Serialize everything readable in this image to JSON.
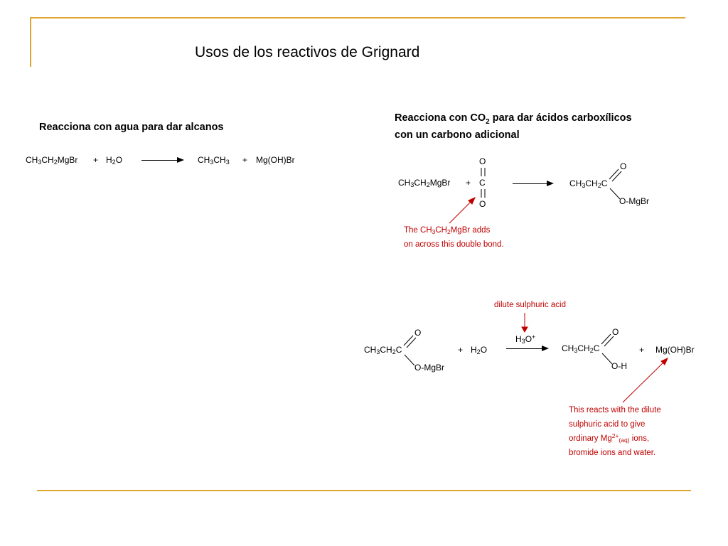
{
  "title": "Usos de los reactivos de Grignard",
  "left": {
    "heading": "Reacciona con agua para dar alcanos",
    "eq": {
      "r1a": "CH",
      "r1b": "3",
      "r1c": "CH",
      "r1d": "2",
      "r1e": "MgBr",
      "plus1": "+",
      "r2a": "H",
      "r2b": "2",
      "r2c": "O",
      "p1a": "CH",
      "p1b": "3",
      "p1c": "CH",
      "p1d": "3",
      "plus2": "+",
      "p2": "Mg(OH)Br"
    }
  },
  "right": {
    "heading_a": "Reacciona con CO",
    "heading_sub": "2",
    "heading_b": " para dar ácidos carboxílicos",
    "heading_line2": "con un carbono adicional",
    "eq1": {
      "r1a": "CH",
      "r1b": "3",
      "r1c": "CH",
      "r1d": "2",
      "r1e": "MgBr",
      "plus": "+",
      "co2_top": "O",
      "co2_mid": "C",
      "co2_bot": "O",
      "p_a": "CH",
      "p_b": "3",
      "p_c": "CH",
      "p_d": "2",
      "p_e": "C",
      "p_o": "O",
      "p_omgbr": "O-MgBr"
    },
    "note1": {
      "l1a": "The CH",
      "l1b": "3",
      "l1c": "CH",
      "l1d": "2",
      "l1e": "MgBr adds",
      "l2": "on across this double bond."
    },
    "acid_label": "dilute sulphuric acid",
    "eq2": {
      "r_a": "CH",
      "r_b": "3",
      "r_c": "CH",
      "r_d": "2",
      "r_e": "C",
      "r_o": "O",
      "r_omgbr": "O-MgBr",
      "plus1": "+",
      "w_a": "H",
      "w_b": "2",
      "w_c": "O",
      "cat_a": "H",
      "cat_b": "3",
      "cat_c": "O",
      "cat_d": "+",
      "p_a": "CH",
      "p_b": "3",
      "p_c": "CH",
      "p_d": "2",
      "p_e": "C",
      "p_o": "O",
      "p_oh": "O-H",
      "plus2": "+",
      "p2": "Mg(OH)Br"
    },
    "note2": {
      "l1": "This reacts with the  dilute",
      "l2": "sulphuric acid  to give",
      "l3a": "ordinary Mg",
      "l3b": "2+",
      "l3c": "(aq)",
      "l3d": " ions,",
      "l4": "bromide ions and water."
    }
  },
  "colors": {
    "accent": "#e0a630",
    "annotation": "#c00000"
  }
}
